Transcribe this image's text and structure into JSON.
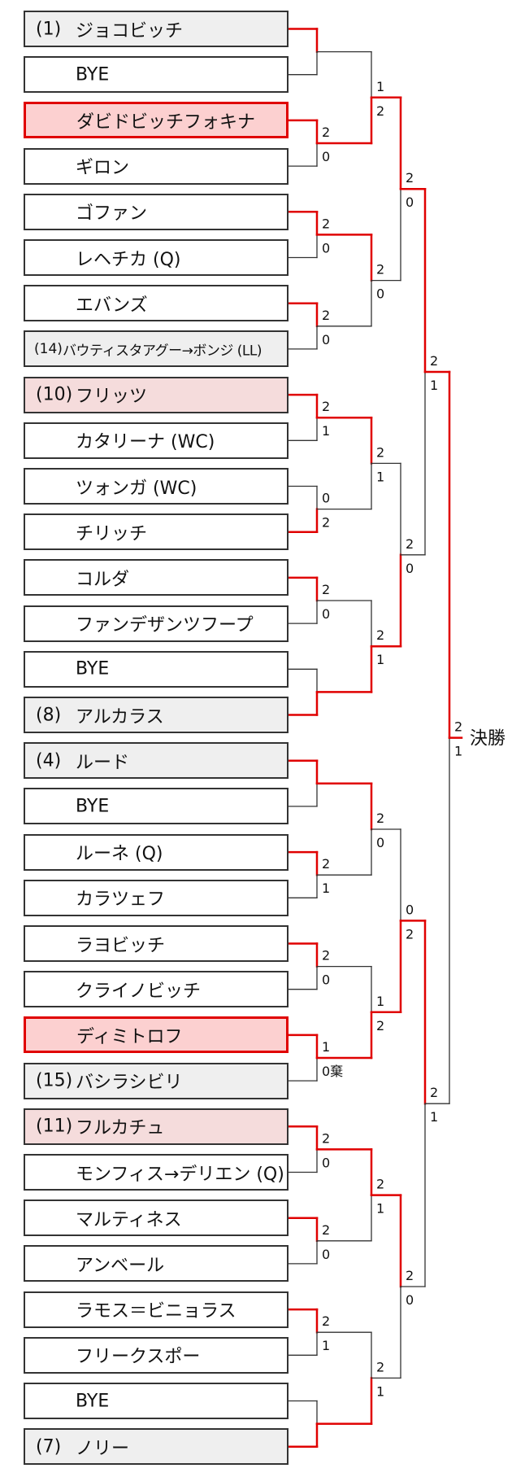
{
  "colors": {
    "win": "#e00000",
    "line": "#333333",
    "seeded_bg": "#efefef",
    "pink_bg": "#f5dcdc",
    "highlight_bg": "#fcd0d0"
  },
  "players": [
    {
      "seed": "(1)",
      "name": "ジョコビッチ",
      "style": "seeded"
    },
    {
      "seed": "",
      "name": "BYE",
      "style": "normal"
    },
    {
      "seed": "",
      "name": "ダビドビッチフォキナ",
      "style": "pinkstrong"
    },
    {
      "seed": "",
      "name": "ギロン",
      "style": "normal"
    },
    {
      "seed": "",
      "name": "ゴファン",
      "style": "normal"
    },
    {
      "seed": "",
      "name": "レヘチカ (Q)",
      "style": "normal"
    },
    {
      "seed": "",
      "name": "エバンズ",
      "style": "normal"
    },
    {
      "seed": "(14)",
      "name": "バウティスタアグー→ボンジ (LL)",
      "style": "seeded compact"
    },
    {
      "seed": "(10)",
      "name": "フリッツ",
      "style": "pink"
    },
    {
      "seed": "",
      "name": "カタリーナ (WC)",
      "style": "normal"
    },
    {
      "seed": "",
      "name": "ツォンガ (WC)",
      "style": "normal"
    },
    {
      "seed": "",
      "name": "チリッチ",
      "style": "normal"
    },
    {
      "seed": "",
      "name": "コルダ",
      "style": "normal"
    },
    {
      "seed": "",
      "name": "ファンデザンツフープ",
      "style": "normal"
    },
    {
      "seed": "",
      "name": "BYE",
      "style": "normal"
    },
    {
      "seed": "(8)",
      "name": "アルカラス",
      "style": "seeded"
    },
    {
      "seed": "(4)",
      "name": "ルード",
      "style": "seeded"
    },
    {
      "seed": "",
      "name": "BYE",
      "style": "normal"
    },
    {
      "seed": "",
      "name": "ルーネ (Q)",
      "style": "normal"
    },
    {
      "seed": "",
      "name": "カラツェフ",
      "style": "normal"
    },
    {
      "seed": "",
      "name": "ラヨビッチ",
      "style": "normal"
    },
    {
      "seed": "",
      "name": "クライノビッチ",
      "style": "normal"
    },
    {
      "seed": "",
      "name": "ディミトロフ",
      "style": "pinkstrong"
    },
    {
      "seed": "(15)",
      "name": "バシラシビリ",
      "style": "seeded"
    },
    {
      "seed": "(11)",
      "name": "フルカチュ",
      "style": "pink"
    },
    {
      "seed": "",
      "name": "モンフィス→デリエン (Q)",
      "style": "normal"
    },
    {
      "seed": "",
      "name": "マルティネス",
      "style": "normal"
    },
    {
      "seed": "",
      "name": "アンベール",
      "style": "normal"
    },
    {
      "seed": "",
      "name": "ラモス＝ビニョラス",
      "style": "normal"
    },
    {
      "seed": "",
      "name": "フリークスポー",
      "style": "normal"
    },
    {
      "seed": "",
      "name": "BYE",
      "style": "normal"
    },
    {
      "seed": "(7)",
      "name": "ノリー",
      "style": "seeded"
    }
  ],
  "rounds": [
    [
      {
        "top": "",
        "bottom": "",
        "winner": "top"
      },
      {
        "top": "2",
        "bottom": "0",
        "winner": "top"
      },
      {
        "top": "2",
        "bottom": "0",
        "winner": "top"
      },
      {
        "top": "2",
        "bottom": "0",
        "winner": "top"
      },
      {
        "top": "2",
        "bottom": "1",
        "winner": "top"
      },
      {
        "top": "0",
        "bottom": "2",
        "winner": "bottom"
      },
      {
        "top": "2",
        "bottom": "0",
        "winner": "top"
      },
      {
        "top": "",
        "bottom": "",
        "winner": "bottom"
      },
      {
        "top": "",
        "bottom": "",
        "winner": "top"
      },
      {
        "top": "2",
        "bottom": "1",
        "winner": "top"
      },
      {
        "top": "2",
        "bottom": "0",
        "winner": "top"
      },
      {
        "top": "1",
        "bottom": "0棄",
        "winner": "top"
      },
      {
        "top": "2",
        "bottom": "0",
        "winner": "top"
      },
      {
        "top": "2",
        "bottom": "0",
        "winner": "top"
      },
      {
        "top": "2",
        "bottom": "1",
        "winner": "top"
      },
      {
        "top": "",
        "bottom": "",
        "winner": "bottom"
      }
    ],
    [
      {
        "top": "1",
        "bottom": "2",
        "winner": "bottom"
      },
      {
        "top": "2",
        "bottom": "0",
        "winner": "top"
      },
      {
        "top": "2",
        "bottom": "1",
        "winner": "top"
      },
      {
        "top": "2",
        "bottom": "1",
        "winner": "bottom"
      },
      {
        "top": "2",
        "bottom": "0",
        "winner": "top"
      },
      {
        "top": "1",
        "bottom": "2",
        "winner": "bottom"
      },
      {
        "top": "2",
        "bottom": "1",
        "winner": "top"
      },
      {
        "top": "2",
        "bottom": "1",
        "winner": "bottom"
      }
    ],
    [
      {
        "top": "2",
        "bottom": "0",
        "winner": "top"
      },
      {
        "top": "2",
        "bottom": "0",
        "winner": "bottom"
      },
      {
        "top": "0",
        "bottom": "2",
        "winner": "bottom"
      },
      {
        "top": "2",
        "bottom": "0",
        "winner": "top"
      }
    ],
    [
      {
        "top": "2",
        "bottom": "1",
        "winner": "top"
      },
      {
        "top": "2",
        "bottom": "1",
        "winner": "top"
      }
    ],
    [
      {
        "top": "2",
        "bottom": "1",
        "winner": "top"
      }
    ]
  ],
  "final_label": "決勝"
}
